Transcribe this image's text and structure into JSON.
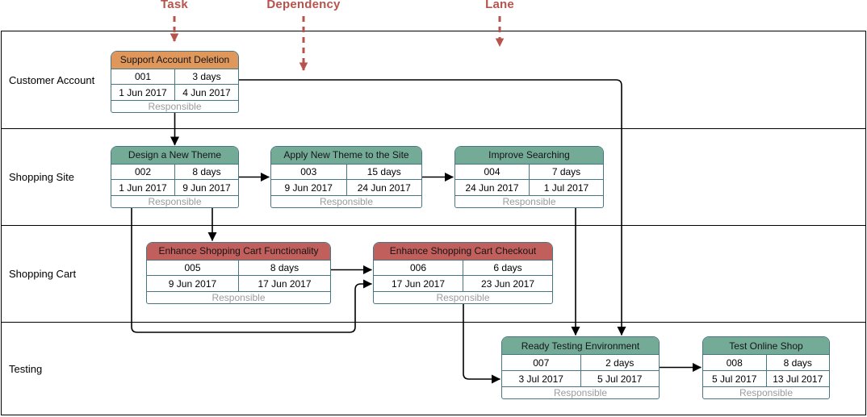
{
  "legend": {
    "color": "#b5544d",
    "items": [
      {
        "label": "Task"
      },
      {
        "label": "Dependency"
      },
      {
        "label": "Lane"
      }
    ]
  },
  "lanes": [
    {
      "label": "Customer Account"
    },
    {
      "label": "Shopping Site"
    },
    {
      "label": "Shopping Cart"
    },
    {
      "label": "Testing"
    }
  ],
  "tasks": [
    {
      "id": "001",
      "title": "Support Account Deletion",
      "duration": "3 days",
      "start": "1 Jun 2017",
      "end": "4 Jun 2017",
      "responsible": "Responsible",
      "header_color": "#e0975c",
      "lane": "Customer Account"
    },
    {
      "id": "002",
      "title": "Design a New Theme",
      "duration": "8 days",
      "start": "1 Jun 2017",
      "end": "9 Jun 2017",
      "responsible": "Responsible",
      "header_color": "#74ab97",
      "lane": "Shopping Site"
    },
    {
      "id": "003",
      "title": "Apply New Theme to the Site",
      "duration": "15 days",
      "start": "9 Jun 2017",
      "end": "24 Jun 2017",
      "responsible": "Responsible",
      "header_color": "#74ab97",
      "lane": "Shopping Site"
    },
    {
      "id": "004",
      "title": "Improve Searching",
      "duration": "7 days",
      "start": "24 Jun 2017",
      "end": "1 Jul 2017",
      "responsible": "Responsible",
      "header_color": "#74ab97",
      "lane": "Shopping Site"
    },
    {
      "id": "005",
      "title": "Enhance Shopping Cart Functionality",
      "duration": "8 days",
      "start": "9 Jun 2017",
      "end": "17 Jun 2017",
      "responsible": "Responsible",
      "header_color": "#c05f5c",
      "lane": "Shopping Cart"
    },
    {
      "id": "006",
      "title": "Enhance Shopping Cart Checkout",
      "duration": "6 days",
      "start": "17 Jun 2017",
      "end": "23 Jun 2017",
      "responsible": "Responsible",
      "header_color": "#c05f5c",
      "lane": "Shopping Cart"
    },
    {
      "id": "007",
      "title": "Ready Testing Environment",
      "duration": "2 days",
      "start": "3 Jul 2017",
      "end": "5 Jul 2017",
      "responsible": "Responsible",
      "header_color": "#74ab97",
      "lane": "Testing"
    },
    {
      "id": "008",
      "title": "Test Online Shop",
      "duration": "8 days",
      "start": "5 Jul 2017",
      "end": "13 Jul 2017",
      "responsible": "Responsible",
      "header_color": "#74ab97",
      "lane": "Testing"
    }
  ],
  "dependencies": [
    {
      "from": "001",
      "to": "002"
    },
    {
      "from": "001",
      "to": "007"
    },
    {
      "from": "002",
      "to": "003"
    },
    {
      "from": "002",
      "to": "005"
    },
    {
      "from": "002",
      "to": "006"
    },
    {
      "from": "003",
      "to": "004"
    },
    {
      "from": "004",
      "to": "007"
    },
    {
      "from": "005",
      "to": "006"
    },
    {
      "from": "006",
      "to": "007"
    },
    {
      "from": "007",
      "to": "008"
    }
  ],
  "colors": {
    "task_border": "#467584",
    "dependency_line": "#000000",
    "lane_border": "#000000",
    "responsible_text": "#9b9b9b"
  }
}
